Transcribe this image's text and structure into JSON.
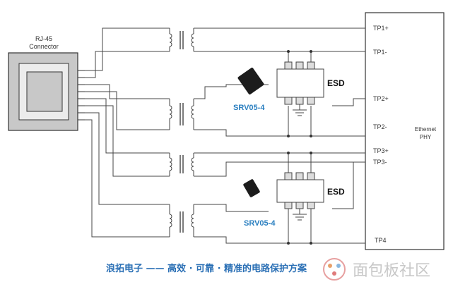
{
  "connector": {
    "line1": "RJ-45",
    "line2": "Connector"
  },
  "phy": {
    "line1": "Ethernet",
    "line2": "PHY"
  },
  "pins": [
    {
      "label": "TP1+"
    },
    {
      "label": "TP1-"
    },
    {
      "label": "TP2+"
    },
    {
      "label": "TP2-"
    },
    {
      "label": "TP3+"
    },
    {
      "label": "TP3-"
    },
    {
      "label": "TP4"
    }
  ],
  "esd_top": {
    "label": "ESD",
    "part": "SRV05-4"
  },
  "esd_bottom": {
    "label": "ESD",
    "part": "SRV05-4"
  },
  "caption": "浪拓电子 —— 高效 · 可靠 · 精准的电路保护方案",
  "watermark": "面包板社区",
  "colors": {
    "wire": "#444444",
    "part_label": "#2a7fc0",
    "caption": "#2a6fb5"
  }
}
